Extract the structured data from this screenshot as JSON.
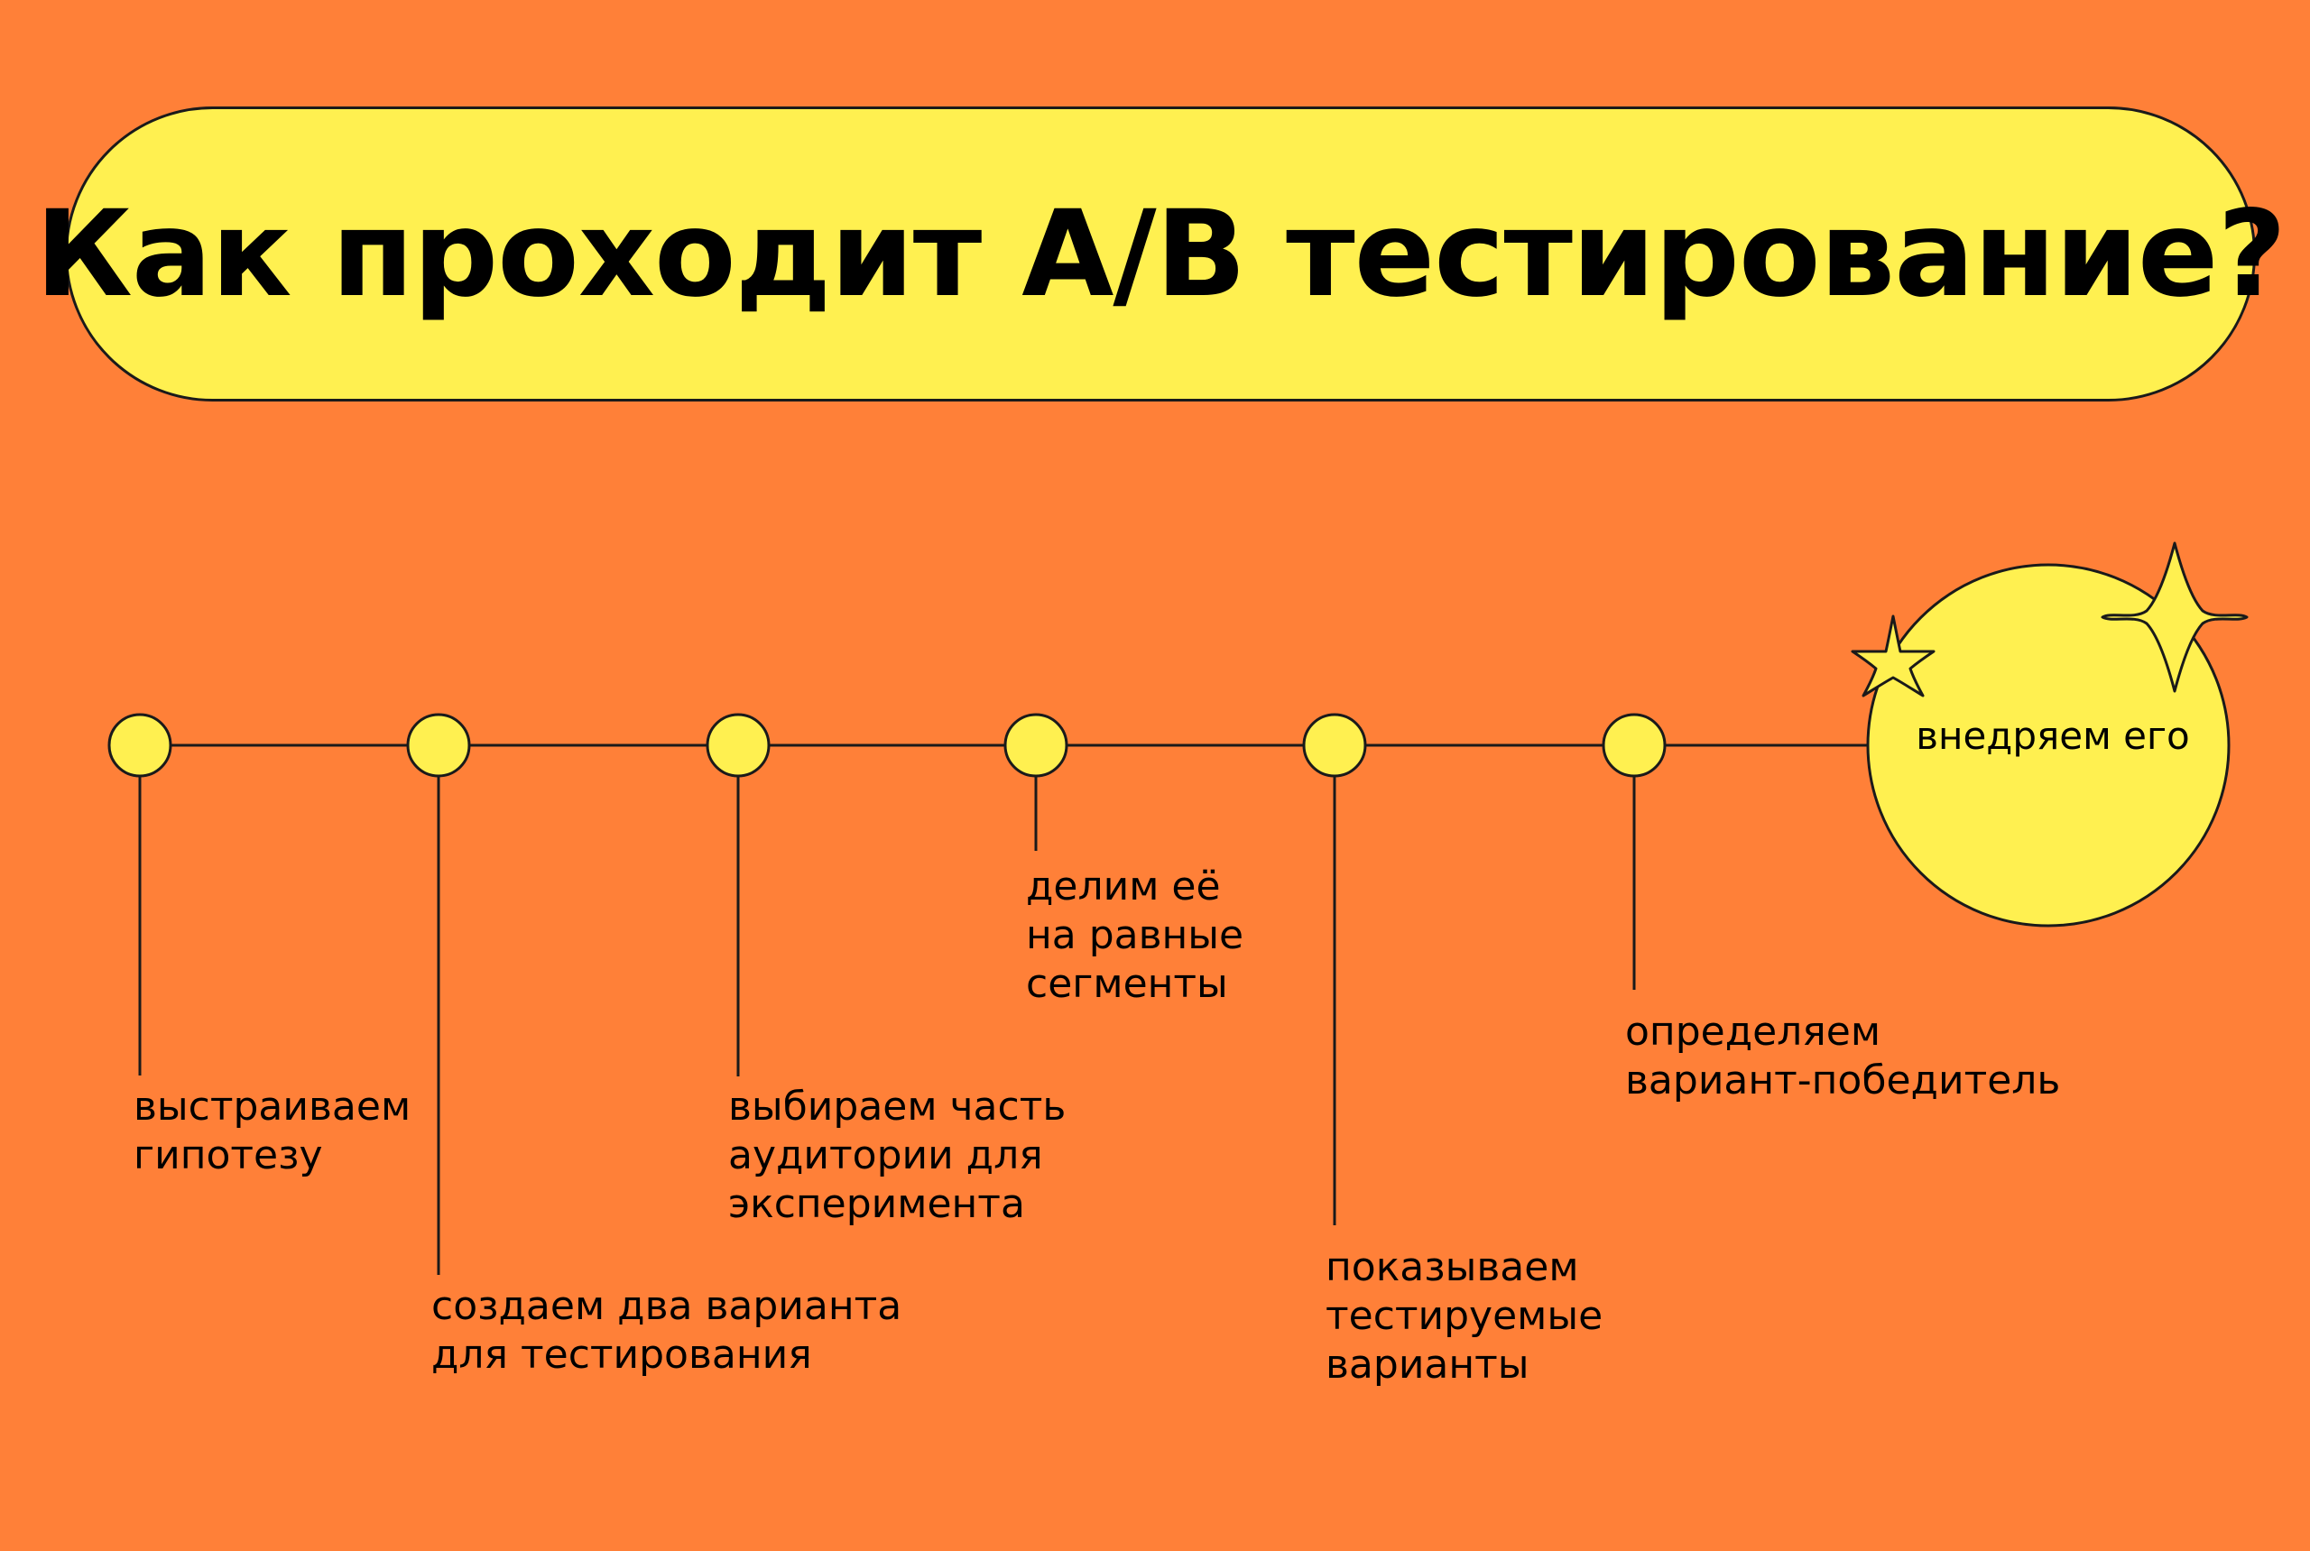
{
  "title": "Как проходит A/B тестирование?",
  "colors": {
    "background": "#FF8038",
    "accent": "#FFF050",
    "stroke": "#1a1a1a"
  },
  "steps": [
    {
      "label": "выстраиваем\nгипотезу"
    },
    {
      "label": "создаем два варианта\nдля тестирования"
    },
    {
      "label": "выбираем часть\nаудитории для\nэксперимента"
    },
    {
      "label": "делим её\nна равные\nсегменты"
    },
    {
      "label": "показываем\nтестируемые\nварианты"
    },
    {
      "label": "определяем\nвариант-победитель"
    }
  ],
  "final_step": {
    "label": "внедряем его"
  },
  "decorations": [
    "small-star-icon",
    "large-star-icon"
  ]
}
